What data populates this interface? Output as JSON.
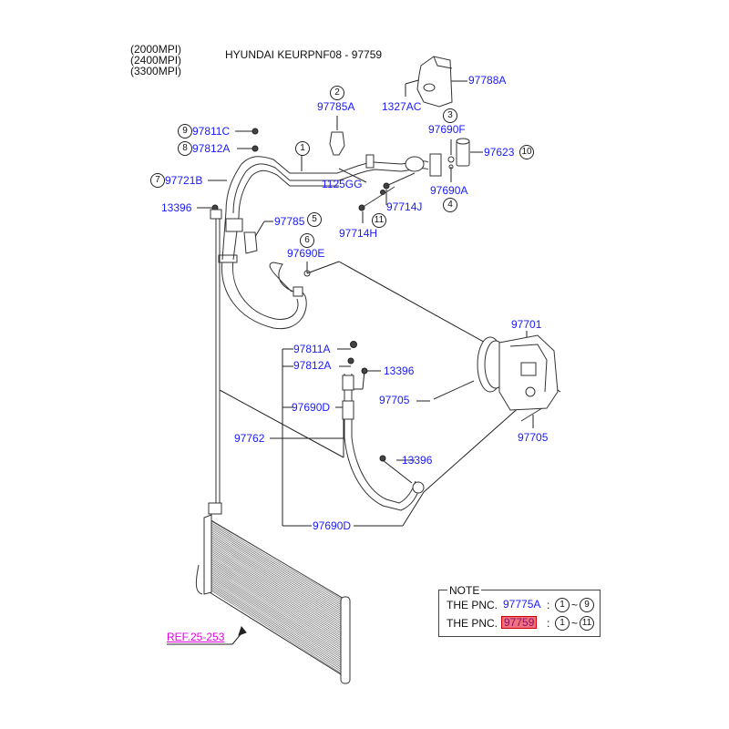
{
  "header": {
    "title": "HYUNDAI KEURPNF08 - 97759",
    "engine_variants": [
      "(2000MPI)",
      "(2400MPI)",
      "(3300MPI)"
    ]
  },
  "colors": {
    "part_label": "#1a1aff",
    "ref_link": "#e000e0",
    "highlight_fill": "#f07080",
    "highlight_border": "#d00000"
  },
  "callouts": [
    {
      "id": "c1",
      "num": "1"
    },
    {
      "id": "c2",
      "num": "2"
    },
    {
      "id": "c3",
      "num": "3"
    },
    {
      "id": "c4",
      "num": "4"
    },
    {
      "id": "c5",
      "num": "5"
    },
    {
      "id": "c6",
      "num": "6"
    },
    {
      "id": "c7",
      "num": "7"
    },
    {
      "id": "c8",
      "num": "8"
    },
    {
      "id": "c9",
      "num": "9"
    },
    {
      "id": "c10",
      "num": "10"
    },
    {
      "id": "c11",
      "num": "11"
    }
  ],
  "parts": {
    "p97788A": "97788A",
    "p1327AC": "1327AC",
    "p97785A": "97785A",
    "p97690F": "97690F",
    "p97623": "97623",
    "p97811C": "97811C",
    "p97812A_top": "97812A",
    "p97721B": "97721B",
    "p13396_left": "13396",
    "p1125GG": "1125GG",
    "p97690A": "97690A",
    "p97714J": "97714J",
    "p97714H": "97714H",
    "p97785": "97785",
    "p97690E": "97690E",
    "p97701": "97701",
    "p97811A": "97811A",
    "p97812A_mid": "97812A",
    "p13396_mid": "13396",
    "p97705_left": "97705",
    "p97690D_mid": "97690D",
    "p97705_right": "97705",
    "p97762": "97762",
    "p13396_low": "13396",
    "p97690D_low": "97690D"
  },
  "ref_link": "REF.25-253",
  "note": {
    "title": "NOTE",
    "rows": [
      {
        "prefix": "THE PNC.",
        "pnc": "97775A",
        "from": "1",
        "sep": "~",
        "to": "9",
        "highlighted": false
      },
      {
        "prefix": "THE PNC.",
        "pnc": "97759",
        "from": "1",
        "sep": "~",
        "to": "11",
        "highlighted": true
      }
    ]
  }
}
